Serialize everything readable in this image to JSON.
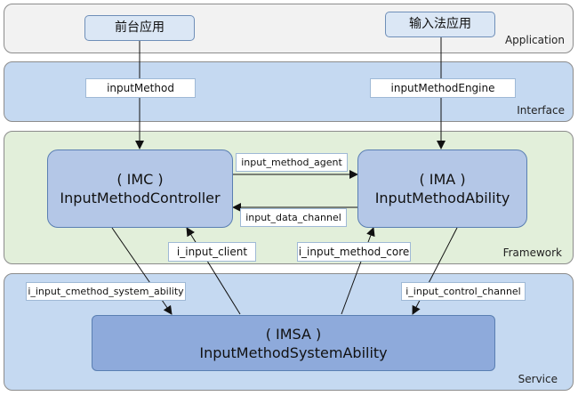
{
  "layers": {
    "application": "Application",
    "interface": "Interface",
    "framework": "Framework",
    "service": "Service"
  },
  "apps": {
    "foreground_app": "前台应用",
    "ime_app": "输入法应用"
  },
  "interfaces": {
    "input_method": "inputMethod",
    "input_method_engine": "inputMethodEngine"
  },
  "components": {
    "imc": {
      "abbr": "( IMC )",
      "name": "InputMethodController"
    },
    "ima": {
      "abbr": "( IMA )",
      "name": "InputMethodAbility"
    },
    "imsa": {
      "abbr": "( IMSA )",
      "name": "InputMethodSystemAbility"
    }
  },
  "channels": {
    "input_method_agent": "input_method_agent",
    "input_data_channel": "input_data_channel",
    "i_input_client": "i_input_client",
    "i_input_method_core": "i_input_method_core",
    "i_input_cmethod_system_ability": "i_input_cmethod_system_ability",
    "i_input_control_channel": "i_input_control_channel"
  },
  "colors": {
    "application_layer": "#f2f2f2",
    "interface_layer": "#c5d9f1",
    "framework_layer": "#e2efda",
    "service_layer": "#c5d9f1",
    "component_fill": "#b4c7e7",
    "imsa_fill": "#8eaadb",
    "app_fill": "#dbe7f5"
  }
}
